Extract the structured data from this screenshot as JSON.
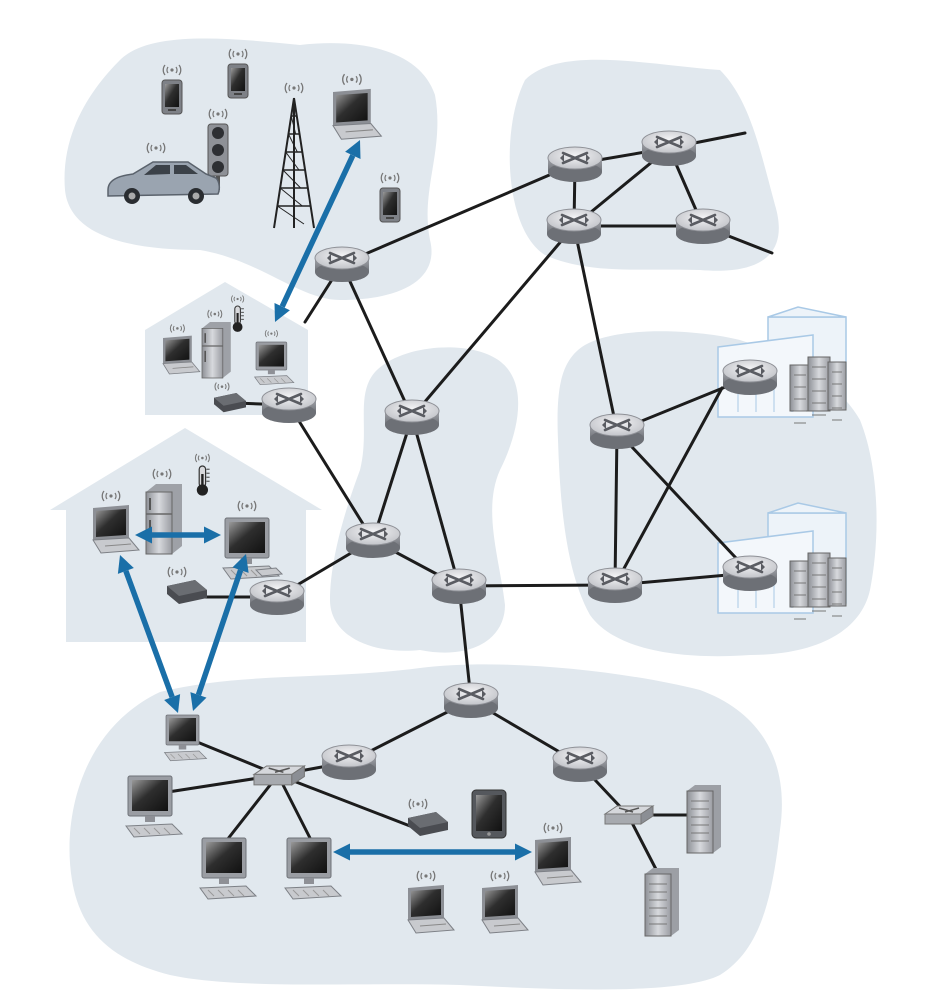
{
  "diagram": {
    "colors": {
      "region_fill": "#e1e8ee",
      "link": "#1c1c1c",
      "comm_arrow": "#1a6fa8",
      "router_top": "#dcdde0",
      "router_side": "#8e9096",
      "router_mark": "#5a5c62",
      "screen": "#3a3a3a",
      "device_body": "#b9bcc2",
      "datacenter_outline": "#a9c9e6"
    },
    "regions": [
      {
        "id": "mobile-network"
      },
      {
        "id": "home-network-1"
      },
      {
        "id": "home-network-2"
      },
      {
        "id": "enterprise-network"
      },
      {
        "id": "regional-isp"
      },
      {
        "id": "national-isp"
      },
      {
        "id": "content-provider-network"
      }
    ],
    "node_kinds": [
      {
        "kind": "router",
        "icon": "router-icon"
      },
      {
        "kind": "link-layer-switch",
        "icon": "switch-icon"
      },
      {
        "kind": "modem",
        "icon": "modem-icon"
      },
      {
        "kind": "laptop",
        "icon": "laptop-icon"
      },
      {
        "kind": "desktop",
        "icon": "desktop-computer-icon"
      },
      {
        "kind": "server",
        "icon": "server-icon"
      },
      {
        "kind": "smartphone",
        "icon": "smartphone-icon"
      },
      {
        "kind": "tablet",
        "icon": "tablet-icon"
      },
      {
        "kind": "car",
        "icon": "car-icon"
      },
      {
        "kind": "traffic-light",
        "icon": "traffic-light-icon"
      },
      {
        "kind": "cell-tower",
        "icon": "cell-tower-icon"
      },
      {
        "kind": "refrigerator",
        "icon": "refrigerator-icon"
      },
      {
        "kind": "thermometer",
        "icon": "thermometer-icon"
      },
      {
        "kind": "data-center",
        "icon": "data-center-icon"
      }
    ]
  }
}
